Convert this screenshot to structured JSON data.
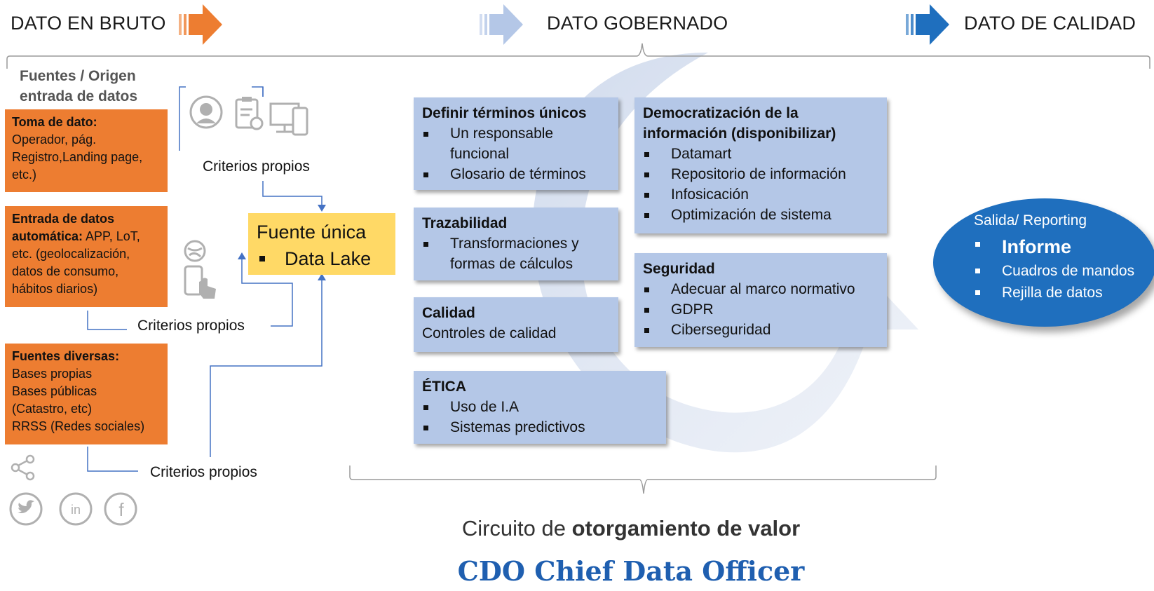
{
  "header": {
    "stage_raw": "DATO EN BRUTO",
    "stage_governed": "DATO GOBERNADO",
    "stage_quality": "DATO DE CALIDAD"
  },
  "sources": {
    "heading_line1": "Fuentes /  Origen",
    "heading_line2": "entrada de datos",
    "boxes": [
      {
        "title": "Toma de dato:",
        "lines": [
          "Operador, pág.",
          "Registro,Landing page,",
          "etc.)"
        ]
      },
      {
        "title_line1": "Entrada de datos",
        "title_line2_bold": "automática:",
        "title_line2_rest": " APP, LoT,",
        "lines": [
          "etc. (geolocalización,",
          "datos de consumo,",
          "hábitos diarios)"
        ]
      },
      {
        "title": "Fuentes diversas:",
        "lines": [
          "Bases propias",
          "Bases públicas",
          "(Catastro, etc)",
          "RRSS (Redes sociales)"
        ]
      }
    ],
    "criteria": [
      "Criterios propios",
      "Criterios propios",
      "Criterios propios"
    ]
  },
  "data_lake": {
    "title": "Fuente única",
    "items": [
      "Data Lake"
    ]
  },
  "governance": {
    "terms": {
      "title": "Definir términos únicos",
      "items": [
        "Un responsable funcional",
        "Glosario de términos"
      ]
    },
    "traceability": {
      "title": "Trazabilidad",
      "items": [
        "Transformaciones y formas de cálculos"
      ]
    },
    "quality": {
      "title": "Calidad",
      "text": "Controles de calidad"
    },
    "ethics": {
      "title": "ÉTICA",
      "items": [
        "Uso de I.A",
        "Sistemas predictivos"
      ]
    },
    "democratization": {
      "title_line1": "Democratización de la",
      "title_line2": "información (disponibilizar)",
      "items": [
        "Datamart",
        "Repositorio de información",
        "Infosicación",
        "Optimización de sistema"
      ]
    },
    "security": {
      "title": "Seguridad",
      "items": [
        "Adecuar al marco normativo",
        "GDPR",
        "Ciberseguridad"
      ]
    }
  },
  "reporting": {
    "title": "Salida/ Reporting",
    "items": [
      "Informe",
      "Cuadros de mandos",
      "Rejilla de datos"
    ]
  },
  "footer": {
    "circuit_prefix": "Circuito de ",
    "circuit_bold": "otorgamiento de valor",
    "cdo": "CDO Chief Data Officer"
  },
  "colors": {
    "orange": "#ed7d31",
    "blue_box": "#b4c7e7",
    "yellow": "#ffd966",
    "report_blue": "#1f6fbe",
    "cdo_blue": "#1f5fb0",
    "connector_blue": "#4472c4"
  },
  "icons": [
    "orange-arrow-icon",
    "lightblue-arrow-icon",
    "blue-arrow-icon",
    "operator-headset-icon",
    "clipboard-icon",
    "devices-icon",
    "globe-touch-icon",
    "phone-touch-icon",
    "share-icon",
    "twitter-icon",
    "linkedin-icon",
    "facebook-icon",
    "circular-arrow-icon"
  ]
}
